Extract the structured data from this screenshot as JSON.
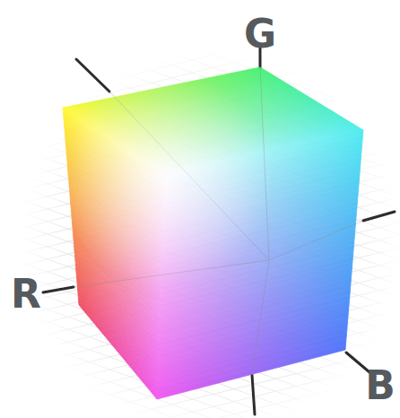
{
  "diagram": {
    "labels": [
      "G",
      "R",
      "B"
    ]
  }
}
